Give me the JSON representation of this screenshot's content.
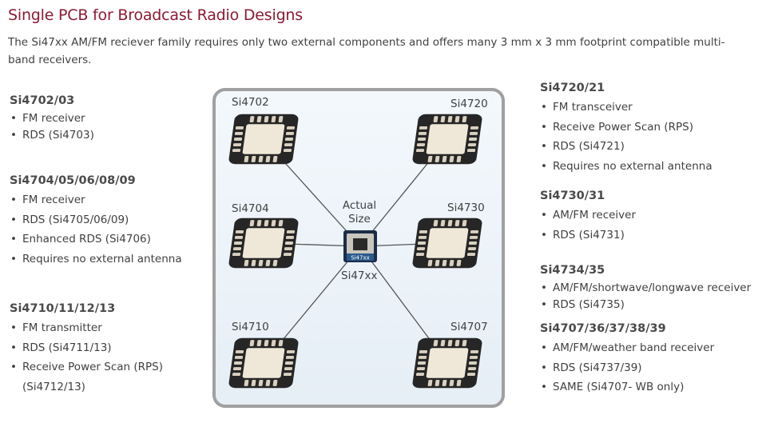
{
  "header": {
    "title": "Single PCB for Broadcast Radio Designs",
    "subtitle": "The Si47xx AM/FM reciever family requires only two external components and offers many 3 mm x 3 mm footprint compatible multi-band receivers."
  },
  "left_blocks": [
    {
      "title": "Si4702/03",
      "items": [
        "FM receiver",
        "RDS (Si4703)"
      ]
    },
    {
      "title": "Si4704/05/06/08/09",
      "items": [
        "FM receiver",
        "RDS (Si4705/06/09)",
        "Enhanced RDS (Si4706)",
        "Requires no external antenna"
      ]
    },
    {
      "title": "Si4710/11/12/13",
      "items": [
        "FM transmitter",
        "RDS (Si4711/13)",
        "Receive Power Scan (RPS)"
      ],
      "continuation": "(Si4712/13)"
    }
  ],
  "right_blocks": [
    {
      "title": "Si4720/21",
      "items": [
        "FM transceiver",
        "Receive Power Scan (RPS)",
        "RDS (Si4721)",
        "Requires no external antenna"
      ]
    },
    {
      "title": "Si4730/31",
      "items": [
        "AM/FM receiver",
        "RDS (Si4731)"
      ]
    },
    {
      "title": "Si4734/35",
      "items": [
        "AM/FM/shortwave/longwave receiver",
        "RDS (Si4735)"
      ]
    },
    {
      "title": "Si4707/36/37/38/39",
      "items": [
        "AM/FM/weather band receiver",
        "RDS (Si4737/39)",
        "SAME (Si4707- WB only)"
      ]
    }
  ],
  "diagram": {
    "chips": {
      "tl": "Si4702",
      "tr": "Si4720",
      "ml": "Si4704",
      "mr": "Si4730",
      "bl": "Si4710",
      "br": "Si4707"
    },
    "center": {
      "label_line1": "Actual",
      "label_line2": "Size",
      "chip_marking": "Si47xx",
      "caption": "Si47xx"
    }
  },
  "colors": {
    "title": "#8b1a33",
    "panel_border": "#a0a0a0",
    "panel_bg": "#eaf1f8",
    "chip_body": "#262626",
    "chip_pad": "#d9d0c0",
    "center_chip": "#2a5a8c"
  }
}
